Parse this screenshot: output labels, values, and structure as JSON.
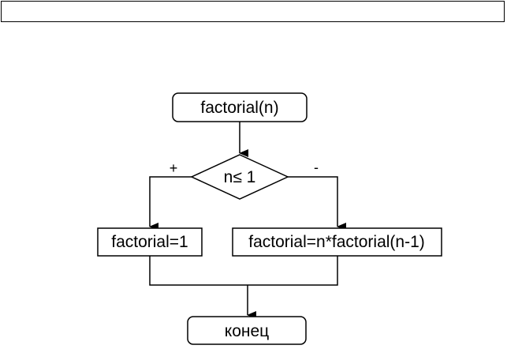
{
  "header": {
    "title": ""
  },
  "flowchart": {
    "start": {
      "label": "factorial(n)"
    },
    "decision": {
      "label": "n≤ 1"
    },
    "branch_yes": {
      "label": "+"
    },
    "branch_no": {
      "label": "-"
    },
    "process_yes": {
      "label": "factorial=1"
    },
    "process_no": {
      "label": "factorial=n*factorial(n-1)"
    },
    "end": {
      "label": "конец"
    }
  },
  "colors": {
    "stroke": "#000000",
    "fill": "#ffffff"
  }
}
